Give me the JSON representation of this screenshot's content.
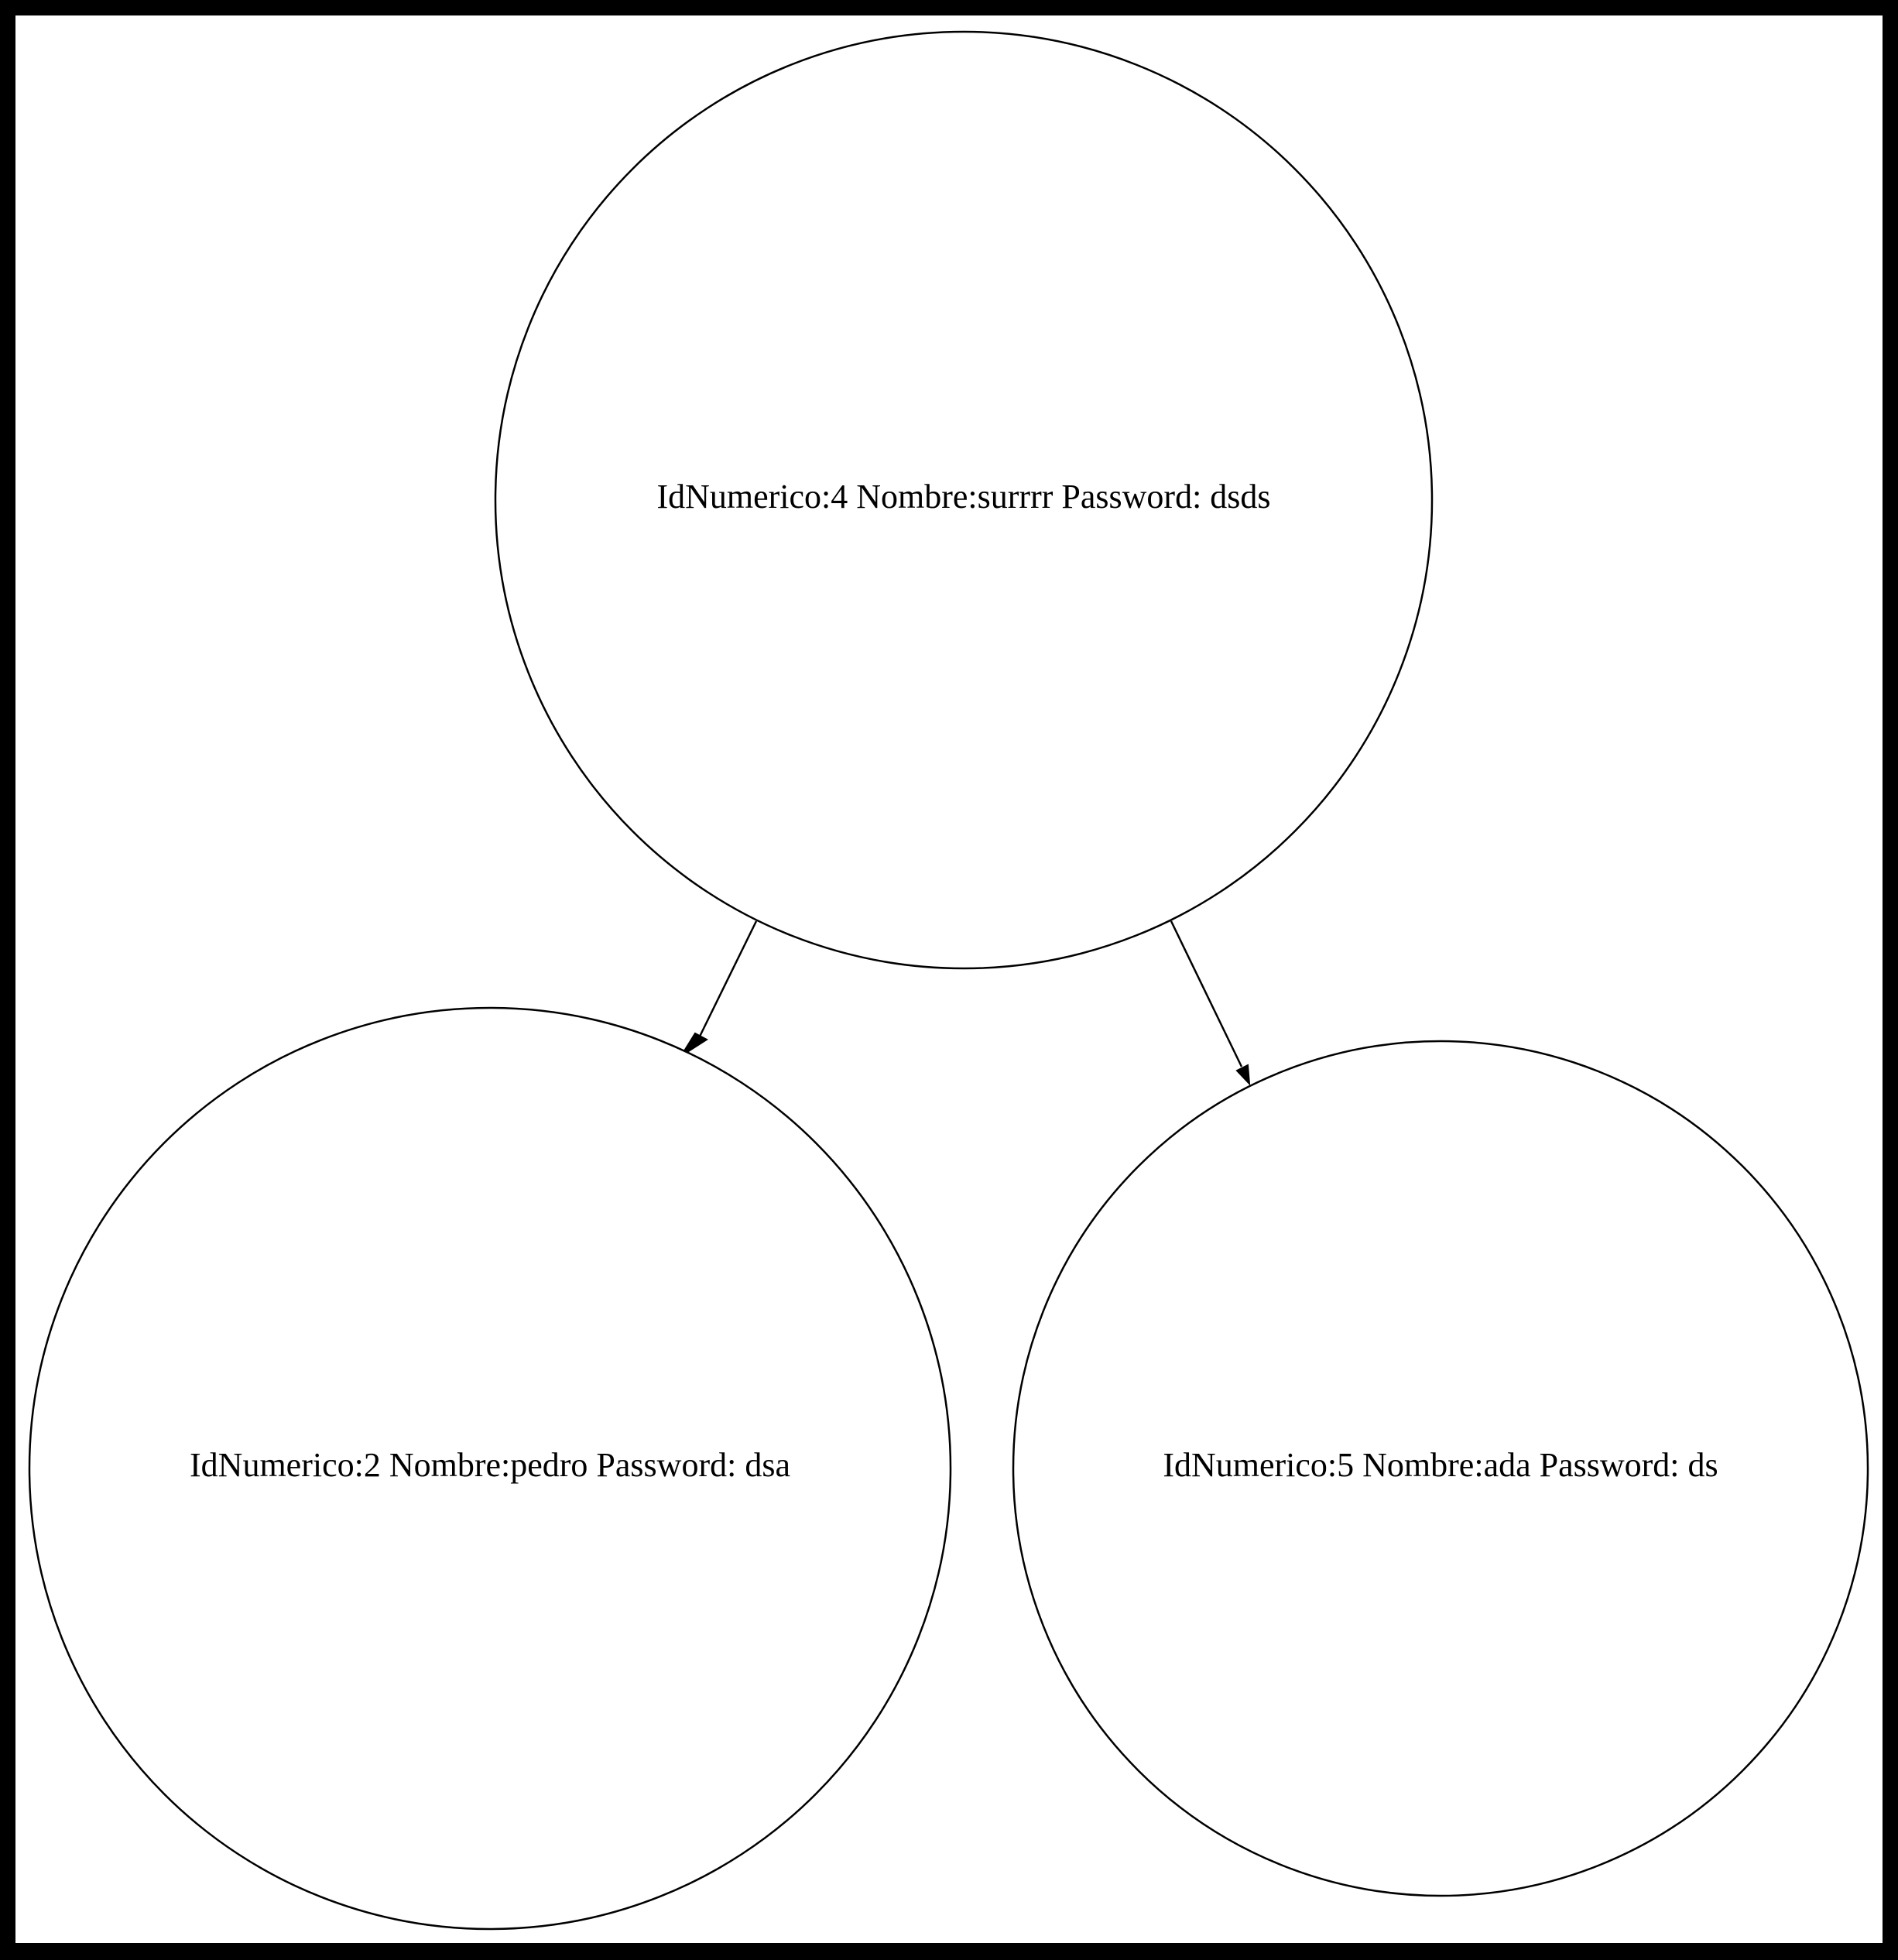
{
  "diagram": {
    "nodes": [
      {
        "id": "n4",
        "label": "IdNumerico:4 Nombre:surrrr Password: dsds"
      },
      {
        "id": "n2",
        "label": "IdNumerico:2 Nombre:pedro Password: dsa"
      },
      {
        "id": "n5",
        "label": "IdNumerico:5 Nombre:ada Password: ds"
      }
    ],
    "edges": [
      {
        "from": "n4",
        "to": "n2"
      },
      {
        "from": "n4",
        "to": "n5"
      }
    ]
  }
}
